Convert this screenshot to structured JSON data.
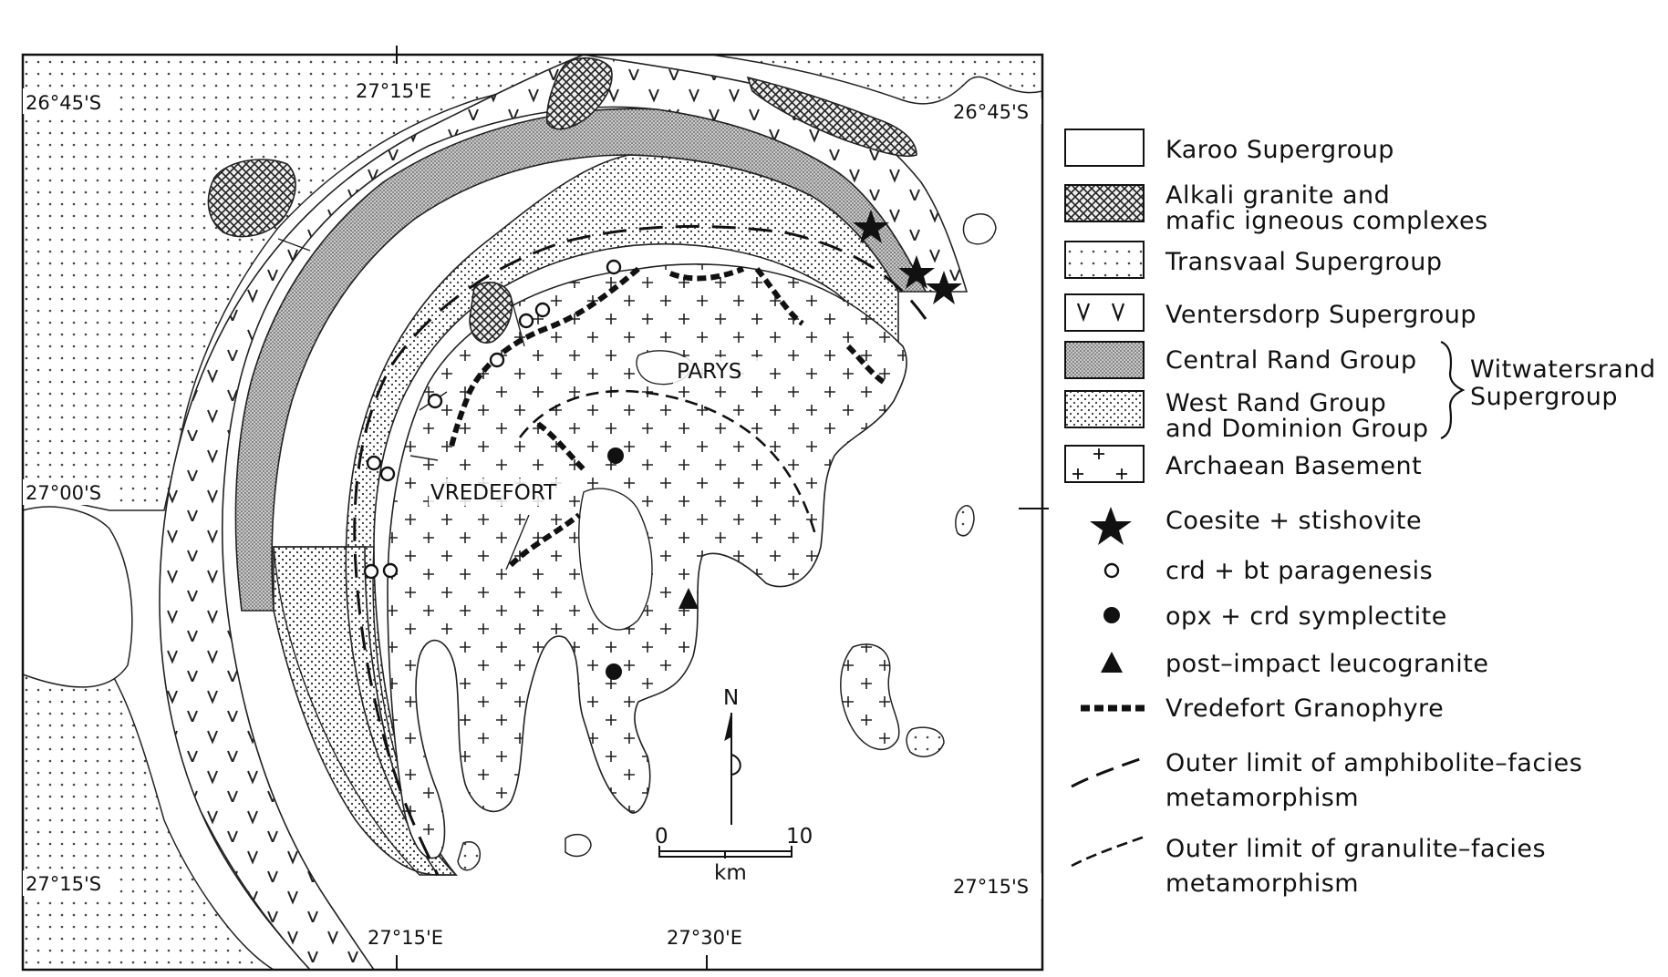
{
  "map": {
    "coords": {
      "lat_top_left": "26°45'S",
      "lat_top_right": "26°45'S",
      "lat_mid_left": "27°00'S",
      "lat_bottom_left": "27°15'S",
      "lat_bottom_right": "27°15'S",
      "lon_top": "27°15'E",
      "lon_bottom_left": "27°15'E",
      "lon_bottom_mid": "27°30'E"
    },
    "places": {
      "parys": "PARYS",
      "vredefort": "VREDEFORT"
    },
    "north_arrow": "N",
    "scale_bar": {
      "start": "0",
      "end": "10",
      "unit": "km"
    }
  },
  "legend": {
    "items": [
      {
        "label": "Karoo Supergroup"
      },
      {
        "label": "Alkali granite and",
        "label2": "mafic igneous complexes"
      },
      {
        "label": "Transvaal Supergroup"
      },
      {
        "label": "Ventersdorp Supergroup"
      },
      {
        "label": "Central Rand Group"
      },
      {
        "label": "West Rand Group",
        "label2": "and Dominion Group"
      },
      {
        "label": "Archaean Basement"
      },
      {
        "label": "Coesite + stishovite"
      },
      {
        "label": "crd + bt paragenesis"
      },
      {
        "label": "opx + crd symplectite"
      },
      {
        "label": "post–impact leucogranite"
      },
      {
        "label": "Vredefort Granophyre"
      },
      {
        "label": "Outer limit of amphibolite–facies",
        "label2": "metamorphism"
      },
      {
        "label": "Outer limit of granulite–facies",
        "label2": "metamorphism"
      }
    ],
    "bracket_label": "Witwatersrand",
    "bracket_label2": "Supergroup"
  }
}
